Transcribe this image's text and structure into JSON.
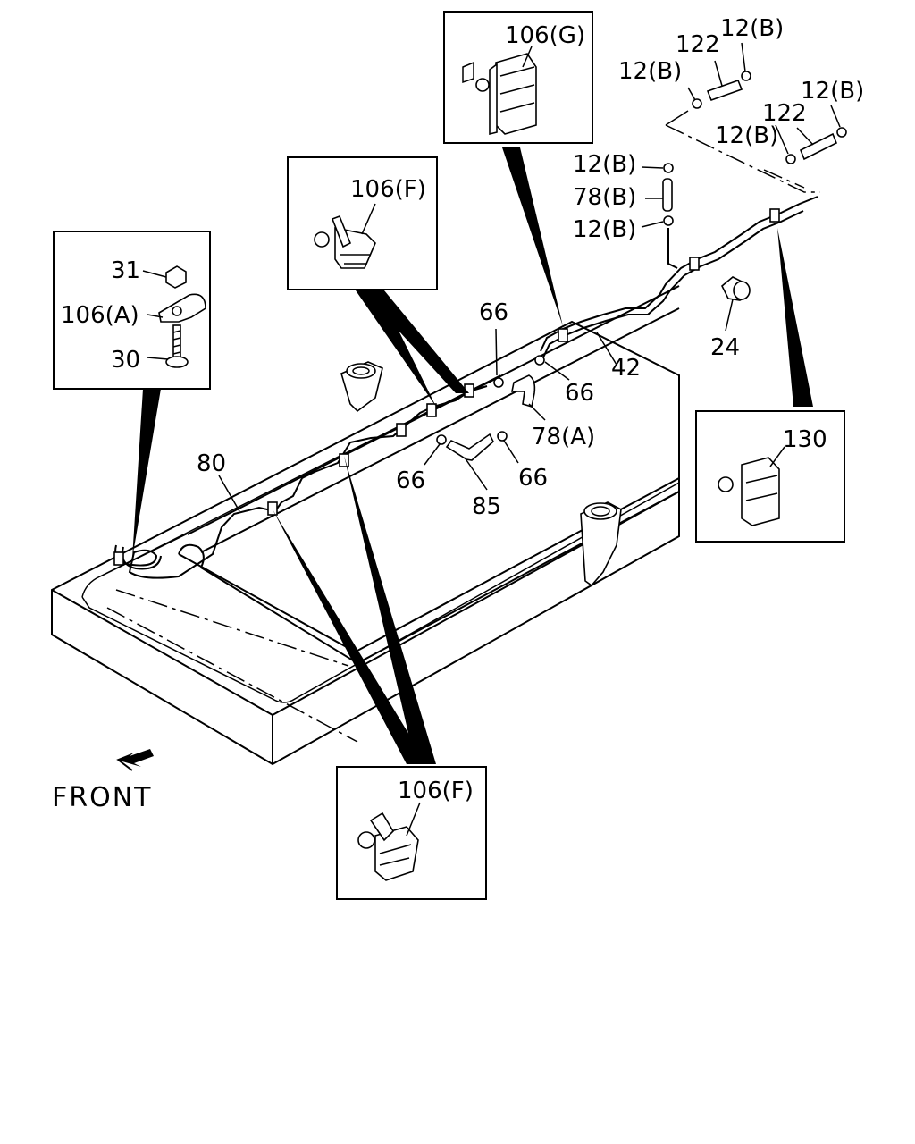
{
  "labels": {
    "p106g": "106(G)",
    "p106f_top": "106(F)",
    "p106f_bottom": "106(F)",
    "p106a": "106(A)",
    "p31": "31",
    "p30": "30",
    "p130": "130",
    "p122_top": "122",
    "p122_mid": "122",
    "p12b_1": "12(B)",
    "p12b_2": "12(B)",
    "p12b_3": "12(B)",
    "p12b_4": "12(B)",
    "p12b_5": "12(B)",
    "p12b_6": "12(B)",
    "p78b": "78(B)",
    "p24": "24",
    "p42": "42",
    "p66_1": "66",
    "p66_2": "66",
    "p66_3": "66",
    "p66_4": "66",
    "p78a": "78(A)",
    "p85": "85",
    "p80": "80",
    "front": "FRONT"
  }
}
